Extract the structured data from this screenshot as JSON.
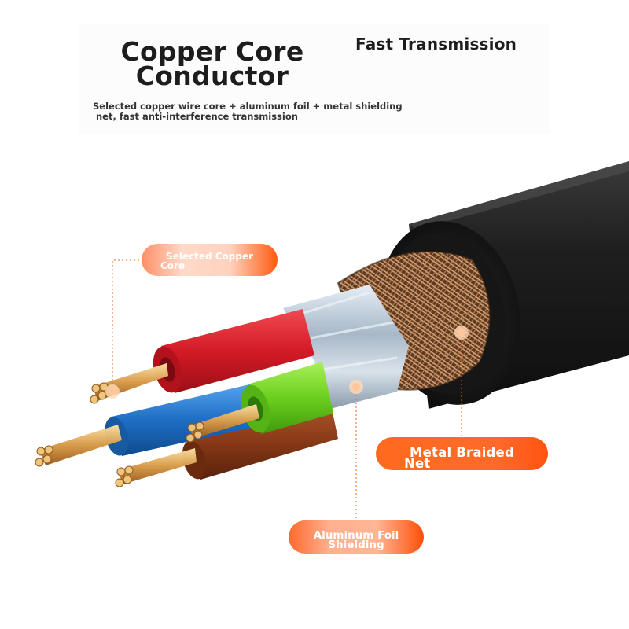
{
  "header": {
    "title_lines": [
      "Copper Core",
      "Conductor"
    ],
    "headline": "Fast Transmission",
    "subtitle_lines": [
      "Selected copper wire core + aluminum foil + metal shielding",
      "net, fast anti-interference transmission"
    ]
  },
  "callouts": {
    "copper_core": [
      "Selected Copper",
      "Core"
    ],
    "braided_net": [
      "Metal Braided",
      "Net"
    ],
    "foil_shielding": [
      "Aluminum Foil",
      "Shielding"
    ]
  },
  "colors": {
    "callout_orange": "#ff5a14",
    "jacket": "#232323",
    "wire_red": "#d6202c",
    "wire_blue": "#1f73c9",
    "wire_green": "#6fcf1f",
    "wire_brown": "#8a3a18",
    "copper": "#d9a055",
    "foil": "#b9c8d6"
  }
}
